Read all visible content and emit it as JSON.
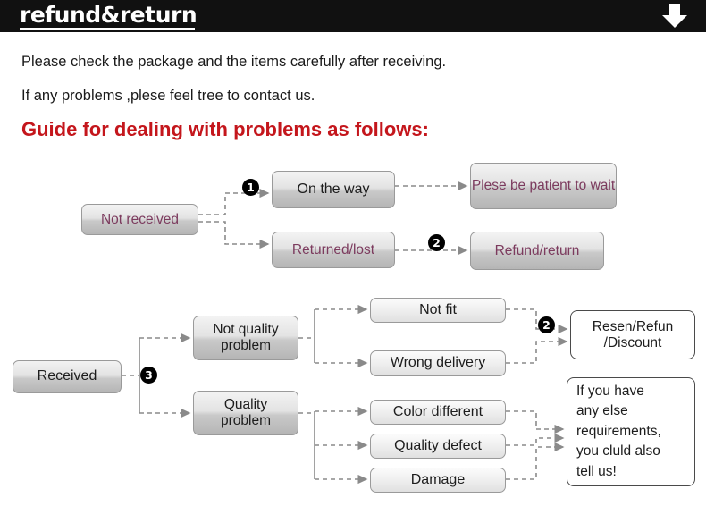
{
  "header": {
    "title": "refund&return",
    "arrow_icon": "arrow-down-icon"
  },
  "intro": {
    "line1": "Please check the package and the items carefully after receiving.",
    "line2": "If any problems ,plese feel tree to contact us.",
    "guide_heading": "Guide for dealing with problems as follows:"
  },
  "colors": {
    "header_bg": "#111111",
    "header_text": "#ffffff",
    "heading_red": "#c4161c",
    "box_text_purple": "#7c3b5e",
    "body_text": "#1a1a1a"
  },
  "flow_top": {
    "start": "Not received",
    "markers": {
      "one": "❶",
      "two": "❷"
    },
    "nodes": [
      {
        "label": "On the way"
      },
      {
        "label": "Plese be\npatient to wait"
      },
      {
        "label": "Returned/lost"
      },
      {
        "label": "Refund/return"
      }
    ],
    "badge_one": "1",
    "badge_two": "2"
  },
  "flow_bottom": {
    "start": "Received",
    "badge_three": "3",
    "badge_two": "2",
    "branches": [
      {
        "label": "Not quality\nproblem"
      },
      {
        "label": "Quality\nproblem"
      }
    ],
    "issues": [
      "Not fit",
      "Wrong delivery",
      "Color different",
      "Quality defect",
      "Damage"
    ],
    "results": [
      "Resen/Refun\n/Discount",
      "If you have\nany else\nrequirements,\nyou cluld also\ntell us!"
    ]
  }
}
